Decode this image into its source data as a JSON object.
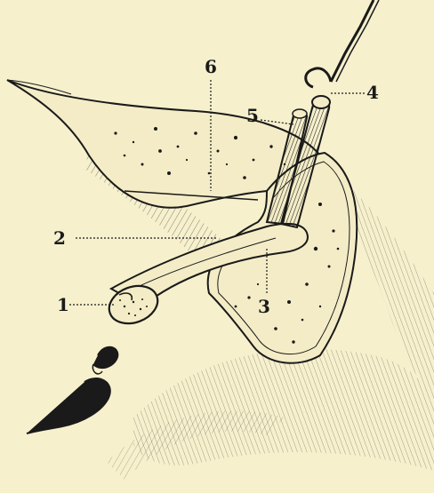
{
  "figure": {
    "labels": [
      "1",
      "2",
      "3",
      "4",
      "5",
      "6"
    ]
  },
  "colors": {
    "background": "#f6f0cd",
    "ink": "#1a1a1a",
    "paper_fill": "#f3ecc6"
  }
}
